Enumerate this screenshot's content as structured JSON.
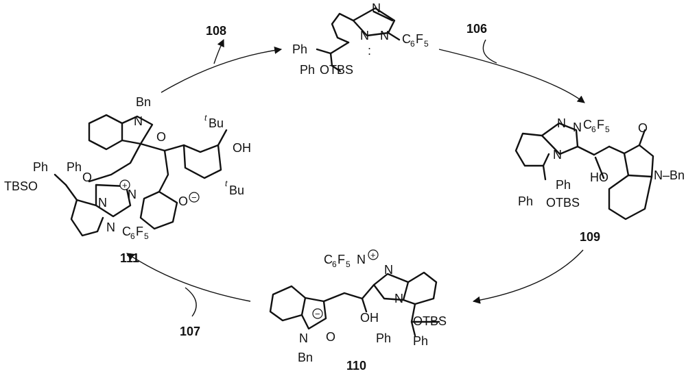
{
  "reagents": {
    "r106": "106",
    "r107": "107",
    "r108": "108"
  },
  "compounds": {
    "c109": "109",
    "c110": "110",
    "c111": "111"
  },
  "atoms": {
    "N": "N",
    "O": "O",
    "Ph": "Ph",
    "OTBS": "OTBS",
    "TBSO": "TBSO",
    "HO": "HO",
    "OH": "OH",
    "Bn": "Bn",
    "N_Bn": "N–Bn",
    "C": "C",
    "F": "F",
    "six": "6",
    "five": "5",
    "tBu_t": "t",
    "tBu_Bu": "Bu"
  },
  "charges": {
    "plus": "+",
    "minus": "−"
  },
  "carbene": ":"
}
